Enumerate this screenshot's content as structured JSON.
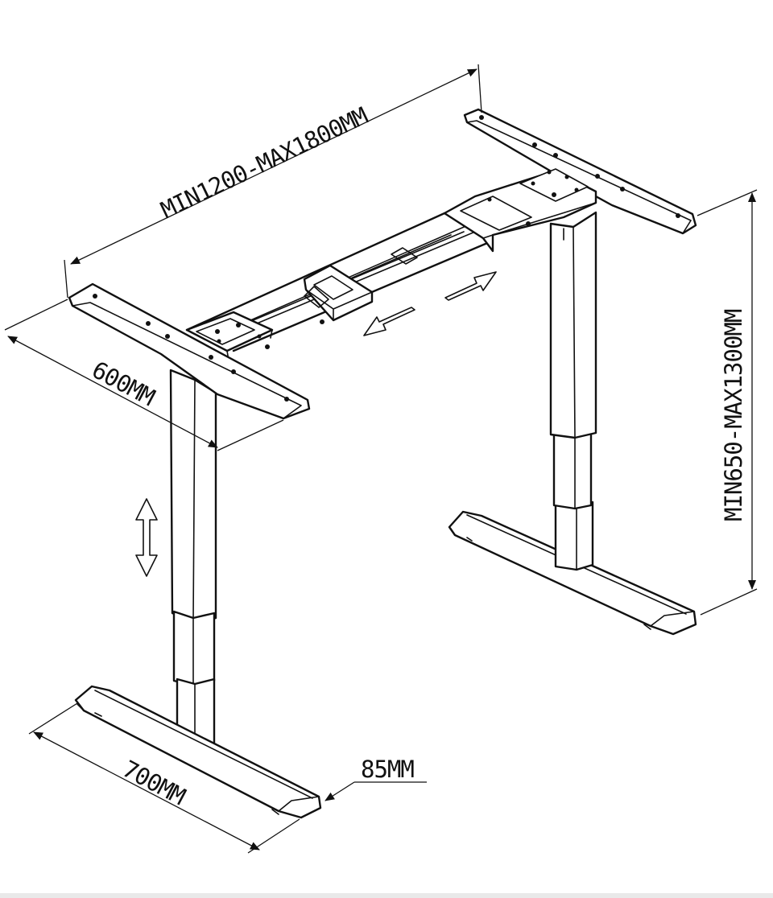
{
  "dimensions": {
    "width_range": "MIN1200-MAX1800MM",
    "height_range": "MIN650-MAX1300MM",
    "depth_top": "600MM",
    "foot_length": "700MM",
    "foot_height": "85MM"
  },
  "colors": {
    "line": "#111111",
    "background": "#ffffff"
  },
  "icons": [
    "vertical-double-arrow-icon",
    "extend-right-arrow-icon",
    "extend-left-arrow-icon"
  ]
}
